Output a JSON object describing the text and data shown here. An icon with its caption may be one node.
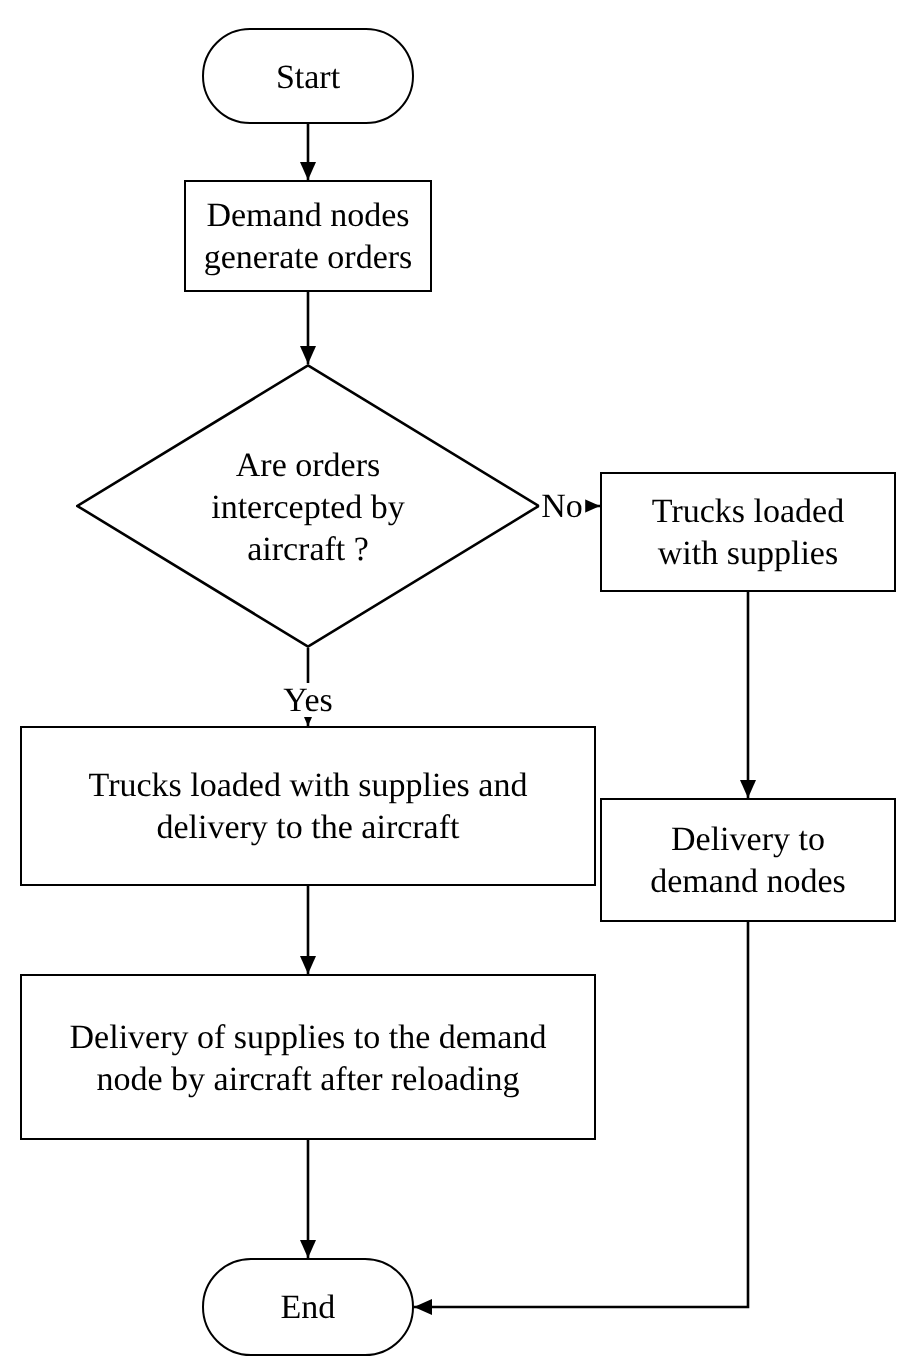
{
  "diagram": {
    "nodes": [
      {
        "text": [
          "Start"
        ]
      },
      {
        "text": [
          "Demand nodes generate orders"
        ]
      },
      {
        "text": [
          "Are orders intercepted by aircraft ?"
        ]
      },
      {
        "text": [
          "Trucks loaded with supplies"
        ]
      },
      {
        "text": [
          "Trucks loaded with supplies and delivery to the aircraft"
        ]
      },
      {
        "text": [
          "Delivery to demand nodes"
        ]
      },
      {
        "text": [
          "Delivery of supplies to the demand node by aircraft after reloading"
        ]
      },
      {
        "text": [
          "End"
        ]
      }
    ],
    "edges": [
      {
        "from": 0,
        "to": 1,
        "arrow": "to"
      },
      {
        "from": 1,
        "to": 2,
        "arrow": "to"
      },
      {
        "from": 2,
        "to": 3,
        "arrow": "to",
        "label": "No"
      },
      {
        "from": 2,
        "to": 4,
        "arrow": "to",
        "label": "Yes"
      },
      {
        "from": 3,
        "to": 5,
        "arrow": "to"
      },
      {
        "from": 4,
        "to": 6,
        "arrow": "to"
      },
      {
        "from": 6,
        "to": 7,
        "arrow": "to"
      },
      {
        "from": 5,
        "to": 7,
        "arrow": "to"
      }
    ]
  }
}
